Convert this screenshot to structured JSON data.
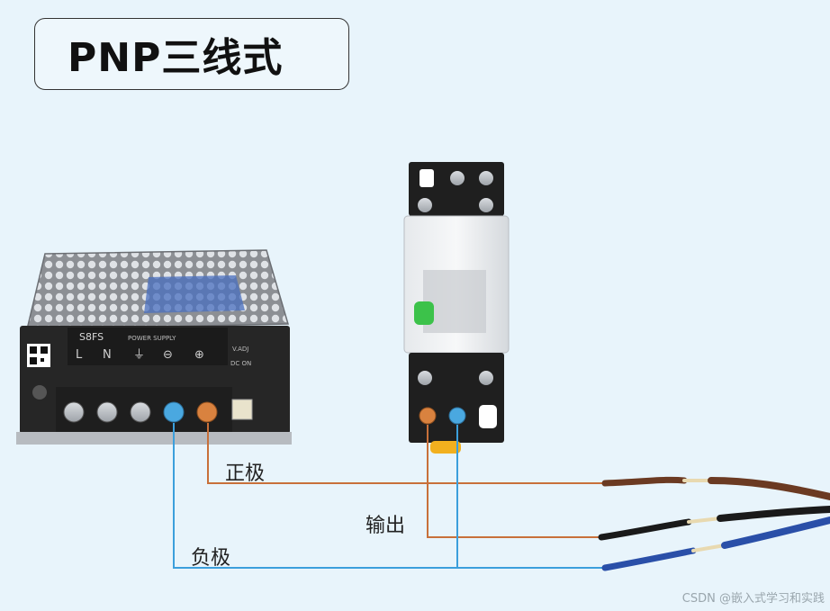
{
  "title": "PNP三线式",
  "labels": {
    "positive": "正极",
    "output": "输出",
    "negative": "负极"
  },
  "power_supply": {
    "model": "S8FS",
    "caption": "POWER SUPPLY",
    "terminals": [
      "L",
      "N",
      "⏚",
      "⊖",
      "⊕"
    ],
    "adjust_label": "V.ADJ",
    "dc_on_label": "DC ON"
  },
  "watermark": "CSDN @嵌入式学习和实践",
  "colors": {
    "background": "#e8f4fb",
    "positive_wire": "#c8703a",
    "negative_wire": "#3b9fdc",
    "brown_cable": "#6b3a22",
    "black_cable": "#1a1a1a",
    "blue_cable": "#2a4fa8"
  }
}
